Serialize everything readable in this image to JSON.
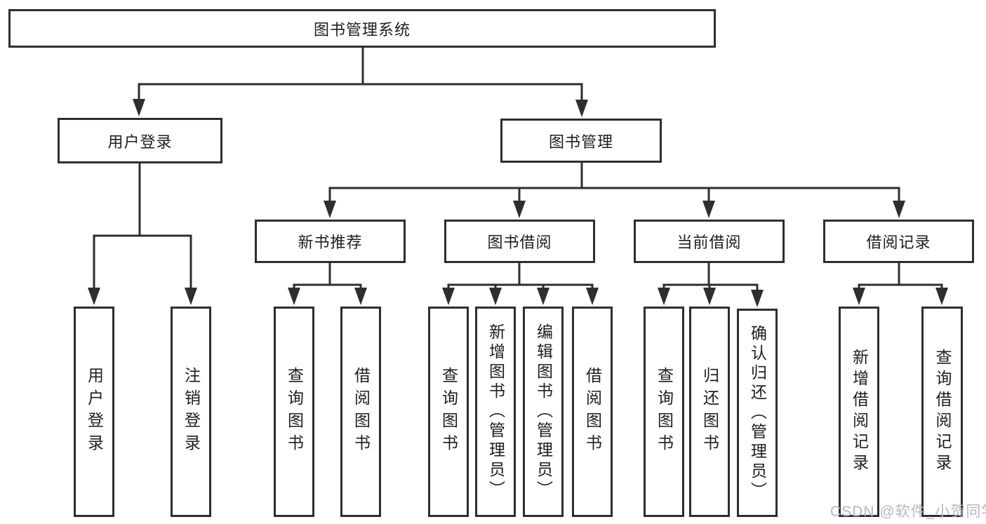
{
  "tree": {
    "label": "图书管理系统",
    "children": [
      {
        "label": "用户登录",
        "children": [
          {
            "label": "用户登录"
          },
          {
            "label": "注销登录"
          }
        ]
      },
      {
        "label": "图书管理",
        "children": [
          {
            "label": "新书推荐",
            "children": [
              {
                "label": "查询图书"
              },
              {
                "label": "借阅图书"
              }
            ]
          },
          {
            "label": "图书借阅",
            "children": [
              {
                "label": "查询图书"
              },
              {
                "label": "新增图书（管理员）"
              },
              {
                "label": "编辑图书（管理员）"
              },
              {
                "label": "借阅图书"
              }
            ]
          },
          {
            "label": "当前借阅",
            "children": [
              {
                "label": "查询图书"
              },
              {
                "label": "归还图书"
              },
              {
                "label": "确认归还（管理员）"
              }
            ]
          },
          {
            "label": "借阅记录",
            "children": [
              {
                "label": "新增借阅记录"
              },
              {
                "label": "查询借阅记录"
              }
            ]
          }
        ]
      }
    ]
  },
  "watermark": {
    "text": "CSDN @软件_小贺同学"
  },
  "colors": {
    "line": "#2e2e2e",
    "box_border": "#2e2e2e",
    "text": "#1e1e1e",
    "watermark": "#b7b7c0",
    "background": "#ffffff"
  }
}
